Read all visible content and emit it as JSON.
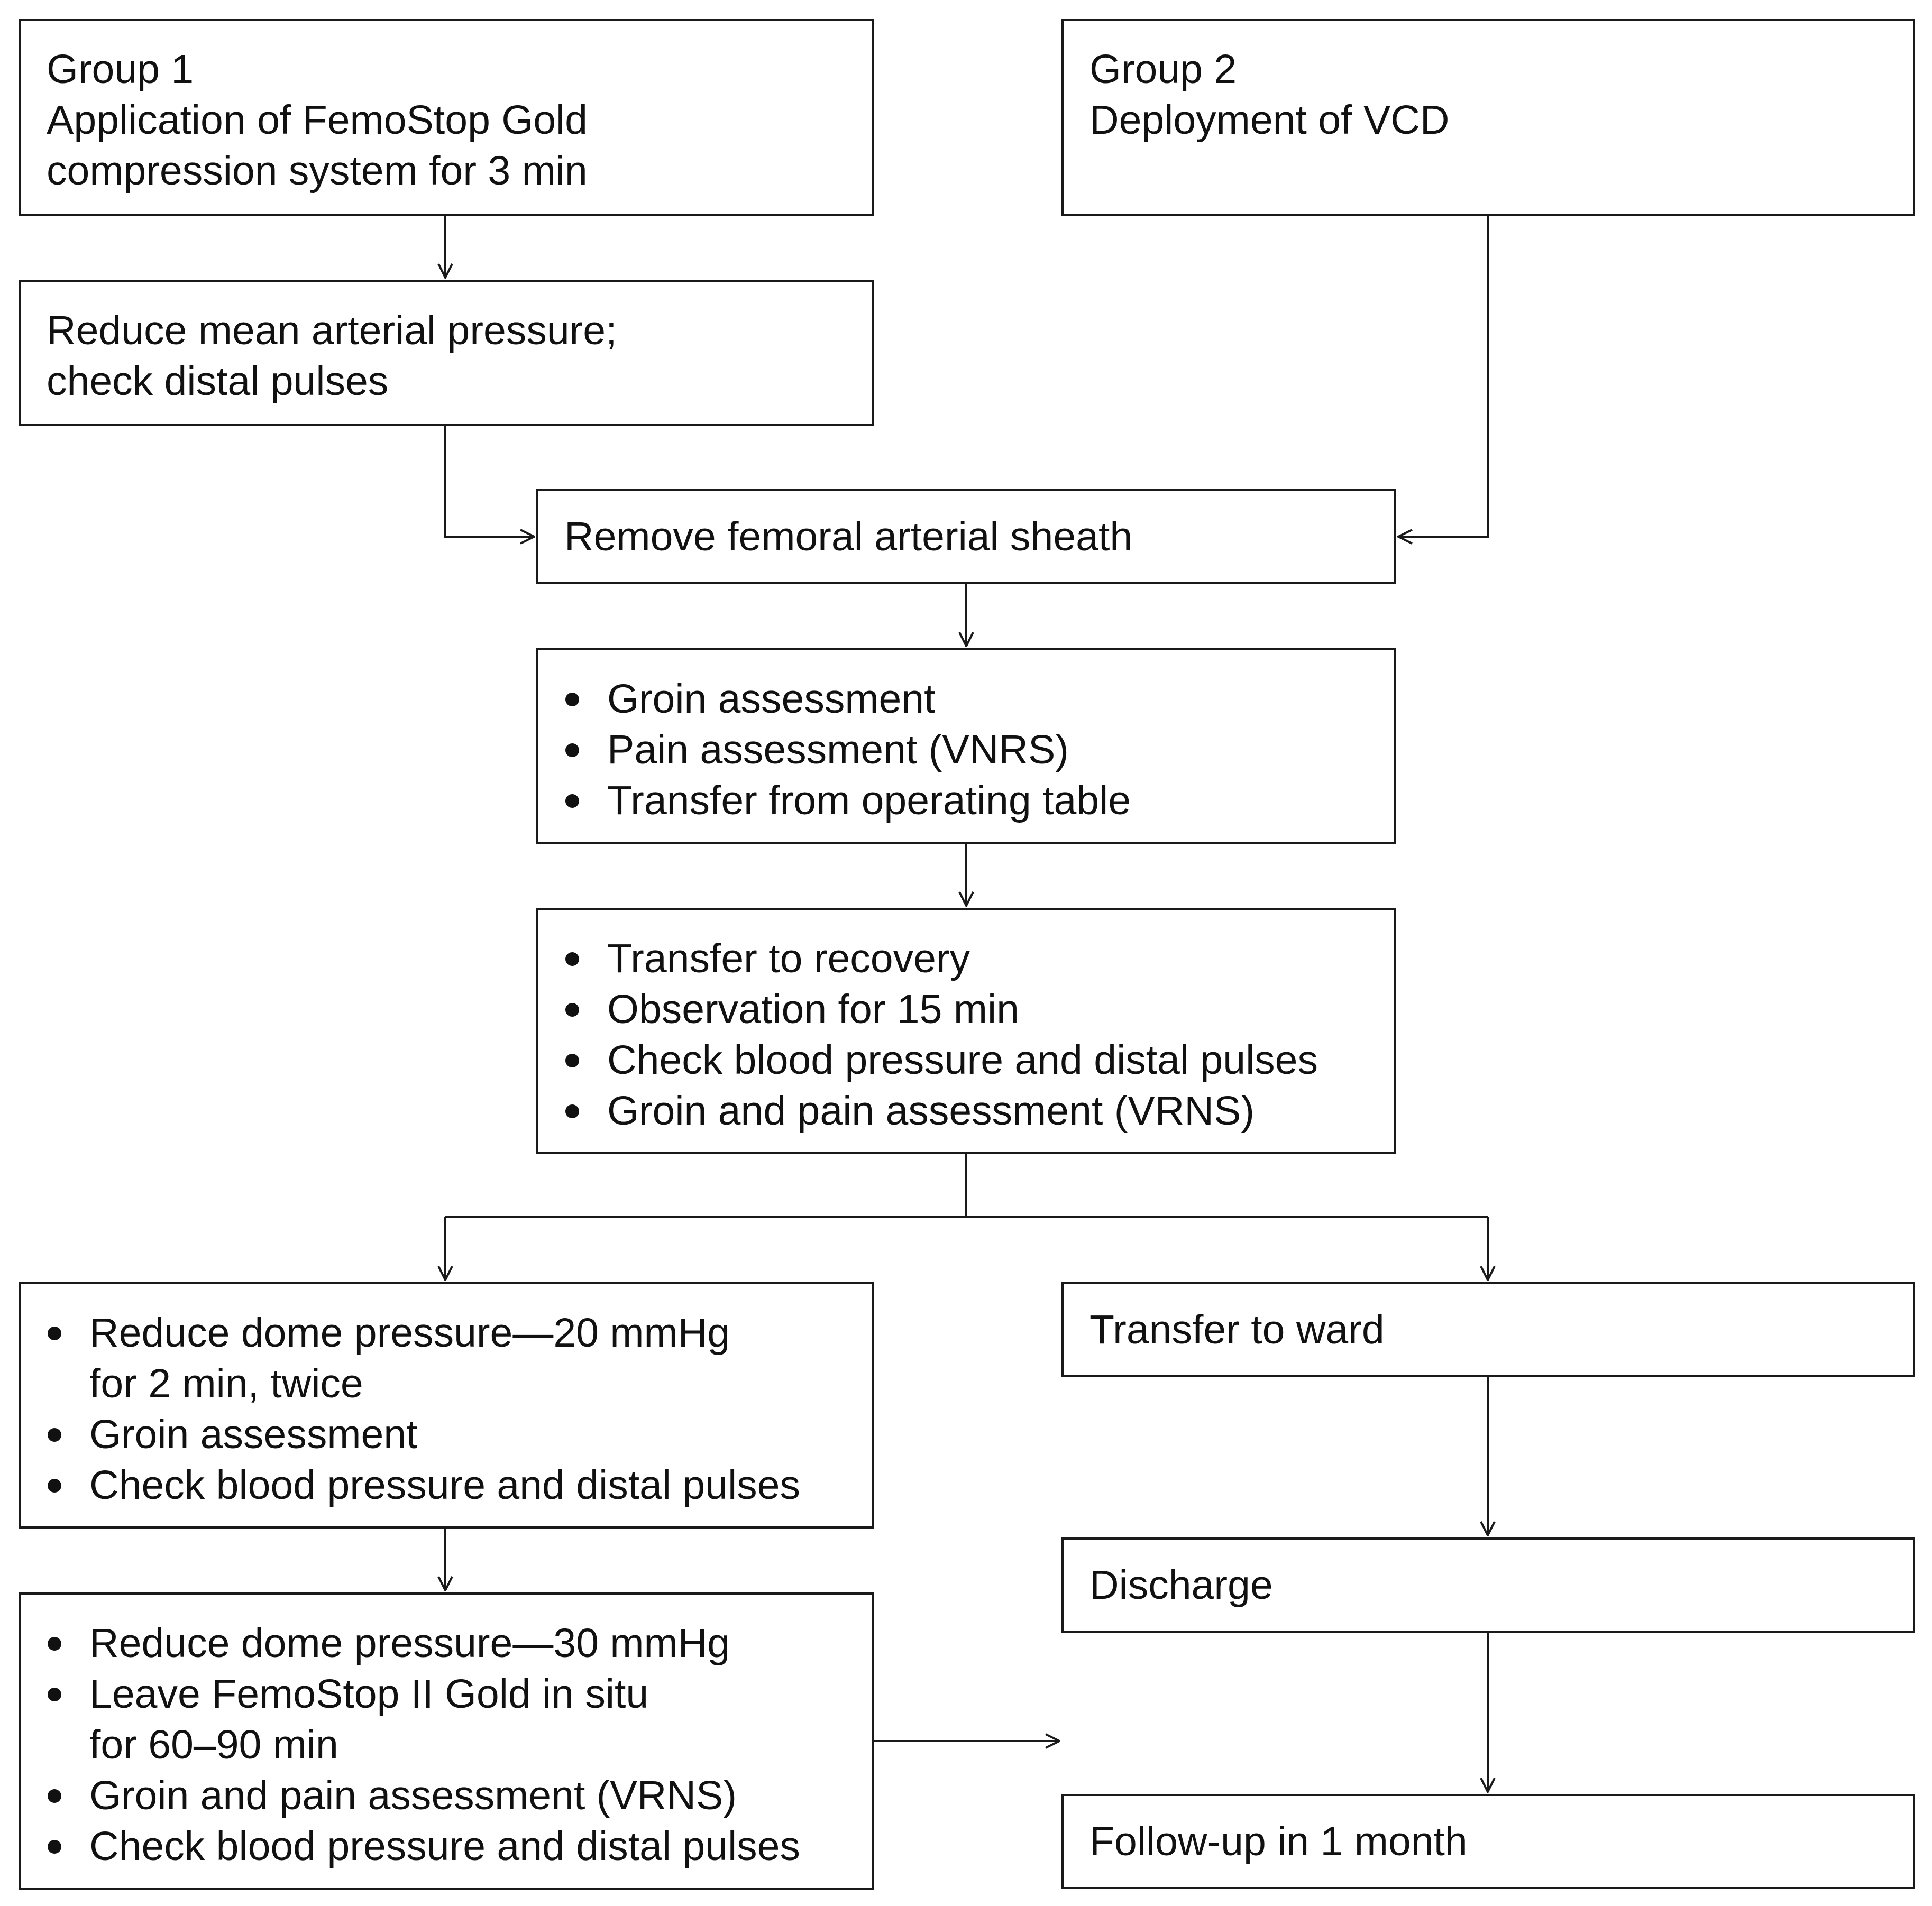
{
  "boxes": {
    "group1": {
      "lines": [
        "Group 1",
        "Application of FemoStop Gold",
        "compression system for 3 min"
      ]
    },
    "reduce_map": {
      "lines": [
        "Reduce mean arterial pressure;",
        "check distal pulses"
      ]
    },
    "group2": {
      "lines": [
        "Group 2",
        "Deployment of VCD"
      ]
    },
    "remove_sheath": {
      "text": "Remove femoral arterial sheath"
    },
    "groin_pain_transfer": {
      "items": [
        "Groin assessment",
        "Pain assessment (VNRS)",
        "Transfer from operating table"
      ]
    },
    "recovery": {
      "items": [
        "Transfer to recovery",
        "Observation for 15 min",
        "Check blood pressure and distal pulses",
        "Groin and pain assessment (VRNS)"
      ]
    },
    "dome_20": {
      "items": [
        "Reduce dome pressure—20 mmHg\nfor 2 min, twice",
        "Groin assessment",
        "Check blood pressure and distal pulses"
      ]
    },
    "dome_30": {
      "items": [
        "Reduce dome pressure—30 mmHg",
        "Leave FemoStop II Gold in situ\nfor 60–90 min",
        "Groin and pain assessment (VRNS)",
        "Check blood pressure and distal pulses"
      ]
    },
    "ward": {
      "text": "Transfer to ward"
    },
    "discharge": {
      "text": "Discharge"
    },
    "followup": {
      "text": "Follow-up in 1 month"
    }
  }
}
